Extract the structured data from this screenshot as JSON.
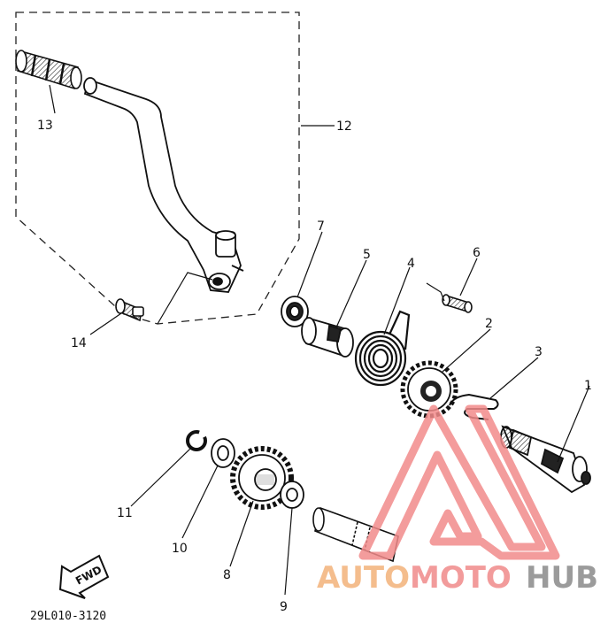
{
  "diagram": {
    "callouts": [
      {
        "id": "1",
        "text": "1"
      },
      {
        "id": "2",
        "text": "2"
      },
      {
        "id": "3",
        "text": "3"
      },
      {
        "id": "4",
        "text": "4"
      },
      {
        "id": "5",
        "text": "5"
      },
      {
        "id": "6",
        "text": "6"
      },
      {
        "id": "7",
        "text": "7"
      },
      {
        "id": "8",
        "text": "8"
      },
      {
        "id": "9",
        "text": "9"
      },
      {
        "id": "10",
        "text": "10"
      },
      {
        "id": "11",
        "text": "11"
      },
      {
        "id": "12",
        "text": "12"
      },
      {
        "id": "13",
        "text": "13"
      },
      {
        "id": "14",
        "text": "14"
      }
    ],
    "direction_marker": "FWD",
    "drawing_code": "29L010-3120"
  },
  "watermark": {
    "part1": "AUTO",
    "part2": "MOTO",
    "part3": "HUB",
    "colors": {
      "auto": "#f3b27a",
      "moto": "#f08a8a",
      "hub": "#8a8a8a",
      "triangle": "#f28b8b"
    }
  }
}
